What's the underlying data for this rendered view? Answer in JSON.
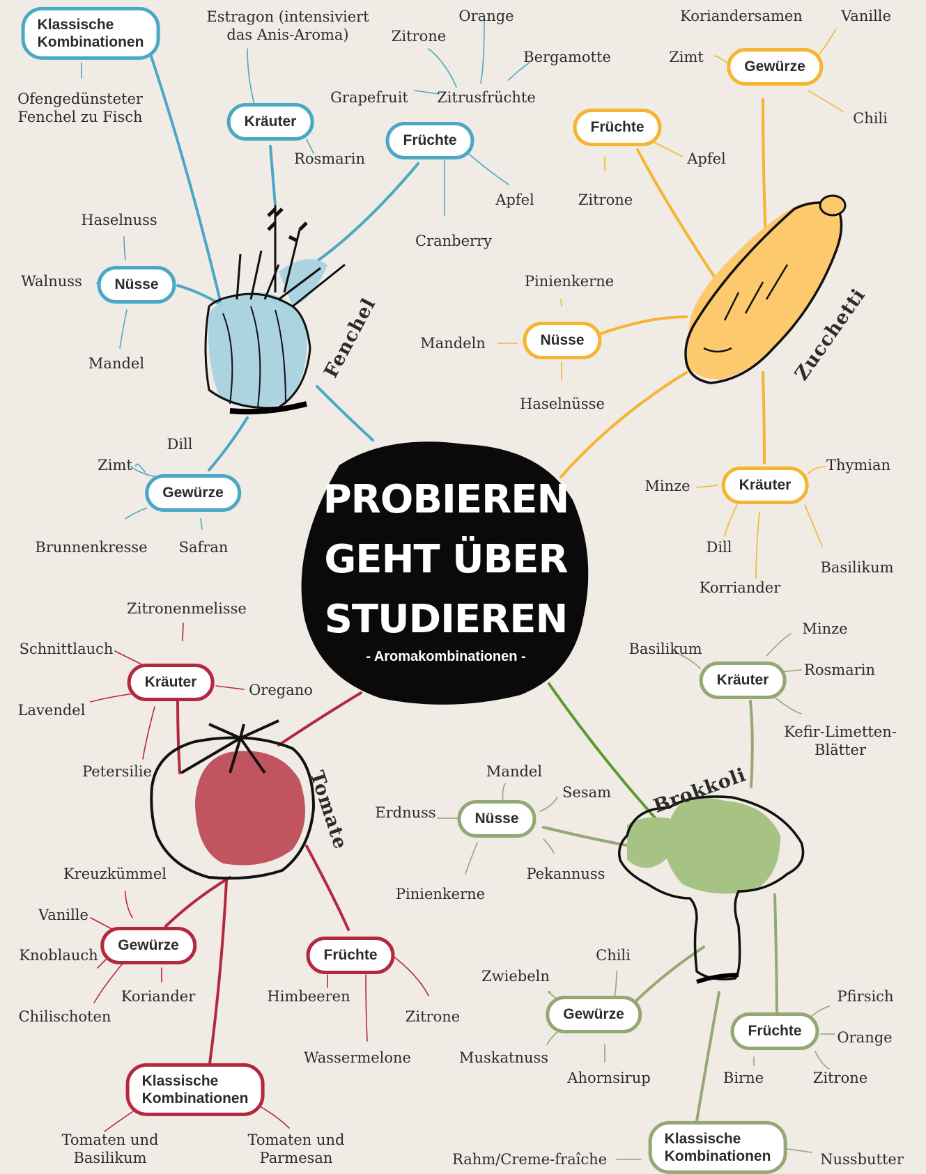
{
  "center": {
    "title": [
      "PROBIEREN",
      "GEHT ÜBER",
      "STUDIEREN"
    ],
    "subtitle": "- Aromakombinationen -"
  },
  "colors": {
    "fenchel": "#4aa8c5",
    "zucchetti": "#f5b431",
    "tomate": "#b3283f",
    "brokkoli": "#93a873",
    "brokkoli_link": "#5a9a2f",
    "background": "#f0ebe5"
  },
  "fenchel": {
    "name": "Fenchel",
    "klassisch": {
      "label": [
        "Klassische",
        "Kombinationen"
      ],
      "items": [
        [
          "Ofengedünsteter",
          "Fenchel zu Fisch"
        ]
      ]
    },
    "kraeuter": {
      "label": "Kräuter",
      "items": [
        [
          "Estragon (intensiviert",
          "das Anis-Aroma)"
        ],
        "Rosmarin"
      ]
    },
    "fruechte": {
      "label": "Früchte",
      "items": [
        "Zitrusfrüchte",
        "Apfel",
        "Cranberry"
      ],
      "zitrus": [
        "Orange",
        "Zitrone",
        "Bergamotte",
        "Grapefruit"
      ]
    },
    "nuesse": {
      "label": "Nüsse",
      "items": [
        "Haselnuss",
        "Walnuss",
        "Mandel"
      ]
    },
    "gewuerze": {
      "label": "Gewürze",
      "items": [
        "Dill",
        "Zimt",
        "Brunnenkresse",
        "Safran"
      ]
    }
  },
  "zucchetti": {
    "name": "Zucchetti",
    "gewuerze": {
      "label": "Gewürze",
      "items": [
        "Koriandersamen",
        "Vanille",
        "Zimt",
        "Chili"
      ]
    },
    "fruechte": {
      "label": "Früchte",
      "items": [
        "Apfel",
        "Zitrone"
      ]
    },
    "nuesse": {
      "label": "Nüsse",
      "items": [
        "Pinienkerne",
        "Mandeln",
        "Haselnüsse"
      ]
    },
    "kraeuter": {
      "label": "Kräuter",
      "items": [
        "Thymian",
        "Minze",
        "Dill",
        "Basilikum",
        "Korriander"
      ]
    }
  },
  "tomate": {
    "name": "Tomate",
    "kraeuter": {
      "label": "Kräuter",
      "items": [
        "Zitronenmelisse",
        "Schnittlauch",
        "Oregano",
        "Lavendel",
        "Petersilie"
      ]
    },
    "gewuerze": {
      "label": "Gewürze",
      "items": [
        "Kreuzkümmel",
        "Vanille",
        "Knoblauch",
        "Koriander",
        "Chilischoten"
      ]
    },
    "fruechte": {
      "label": "Früchte",
      "items": [
        "Himbeeren",
        "Zitrone",
        "Wassermelone"
      ]
    },
    "klassisch": {
      "label": [
        "Klassische",
        "Kombinationen"
      ],
      "items": [
        [
          "Tomaten und",
          "Basilikum"
        ],
        [
          "Tomaten und",
          "Parmesan"
        ]
      ]
    }
  },
  "brokkoli": {
    "name": "Brokkoli",
    "kraeuter": {
      "label": "Kräuter",
      "items": [
        "Minze",
        "Basilikum",
        "Rosmarin",
        [
          "Kefir-Limetten-",
          "Blätter"
        ]
      ]
    },
    "nuesse": {
      "label": "Nüsse",
      "items": [
        "Mandel",
        "Sesam",
        "Erdnuss",
        "Pekannuss",
        "Pinienkerne"
      ]
    },
    "gewuerze": {
      "label": "Gewürze",
      "items": [
        "Chili",
        "Zwiebeln",
        "Muskatnuss",
        "Ahornsirup"
      ]
    },
    "fruechte": {
      "label": "Früchte",
      "items": [
        "Pfirsich",
        "Orange",
        "Birne",
        "Zitrone"
      ]
    },
    "klassisch": {
      "label": [
        "Klassische",
        "Kombinationen"
      ],
      "items": [
        "Rahm/Creme-fraîche",
        "Nussbutter"
      ]
    }
  }
}
